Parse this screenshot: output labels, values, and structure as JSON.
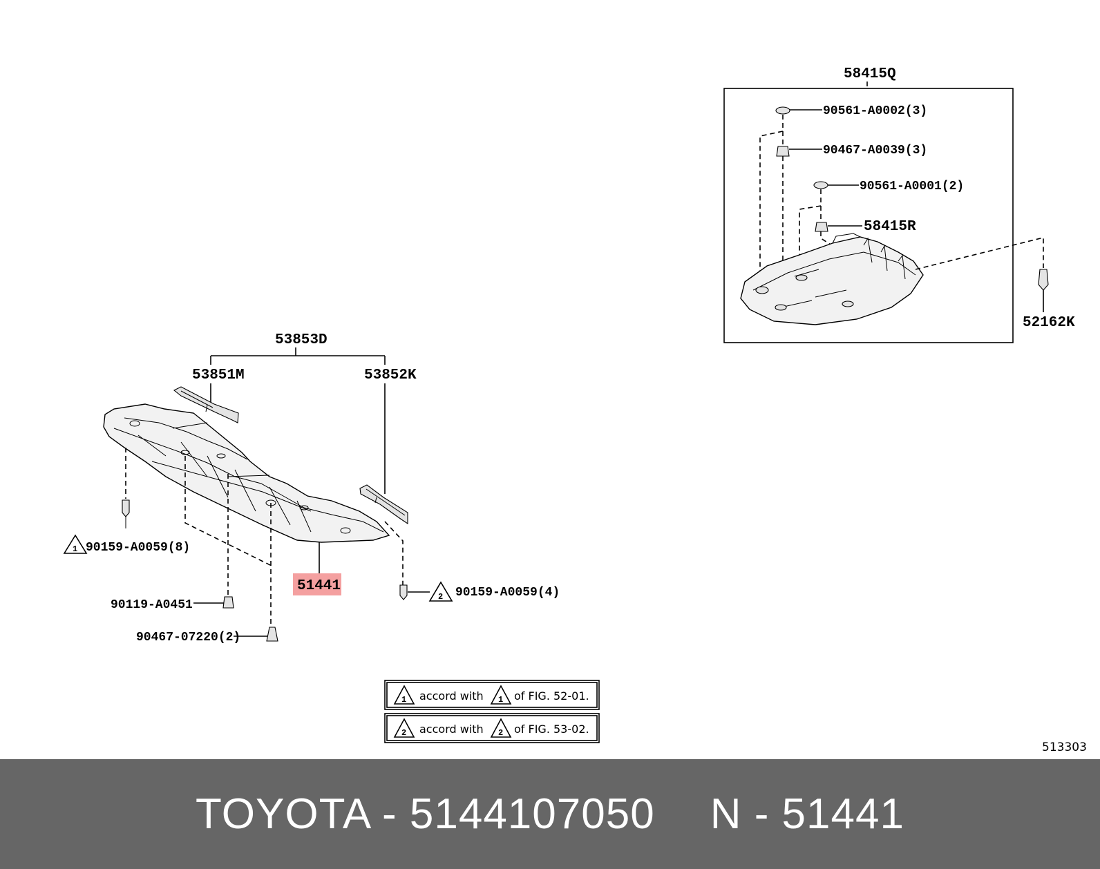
{
  "callouts": {
    "p53853D": "53853D",
    "p53851M": "53851M",
    "p53852K": "53852K",
    "p51441": "51441",
    "p90159_8": "90159-A0059(8)",
    "p90119": "90119-A0451",
    "p90467_07220": "90467-07220(2)",
    "p90159_4": "90159-A0059(4)",
    "p58415Q": "58415Q",
    "p90561_A0002": "90561-A0002(3)",
    "p90467_A0039": "90467-A0039(3)",
    "p90561_A0001": "90561-A0001(2)",
    "p58415R": "58415R",
    "p52162K": "52162K"
  },
  "markers": {
    "one": "1",
    "two": "2"
  },
  "notes": {
    "row1": {
      "accord": "accord with",
      "fig": "of FIG. 52-01."
    },
    "row2": {
      "accord": "accord with",
      "fig": "of FIG. 53-02."
    }
  },
  "figure_number": "513303",
  "highlight_color": "#f4a0a0",
  "footer": {
    "brand_part": "TOYOTA - 5144107050",
    "ref": "N - 51441"
  }
}
